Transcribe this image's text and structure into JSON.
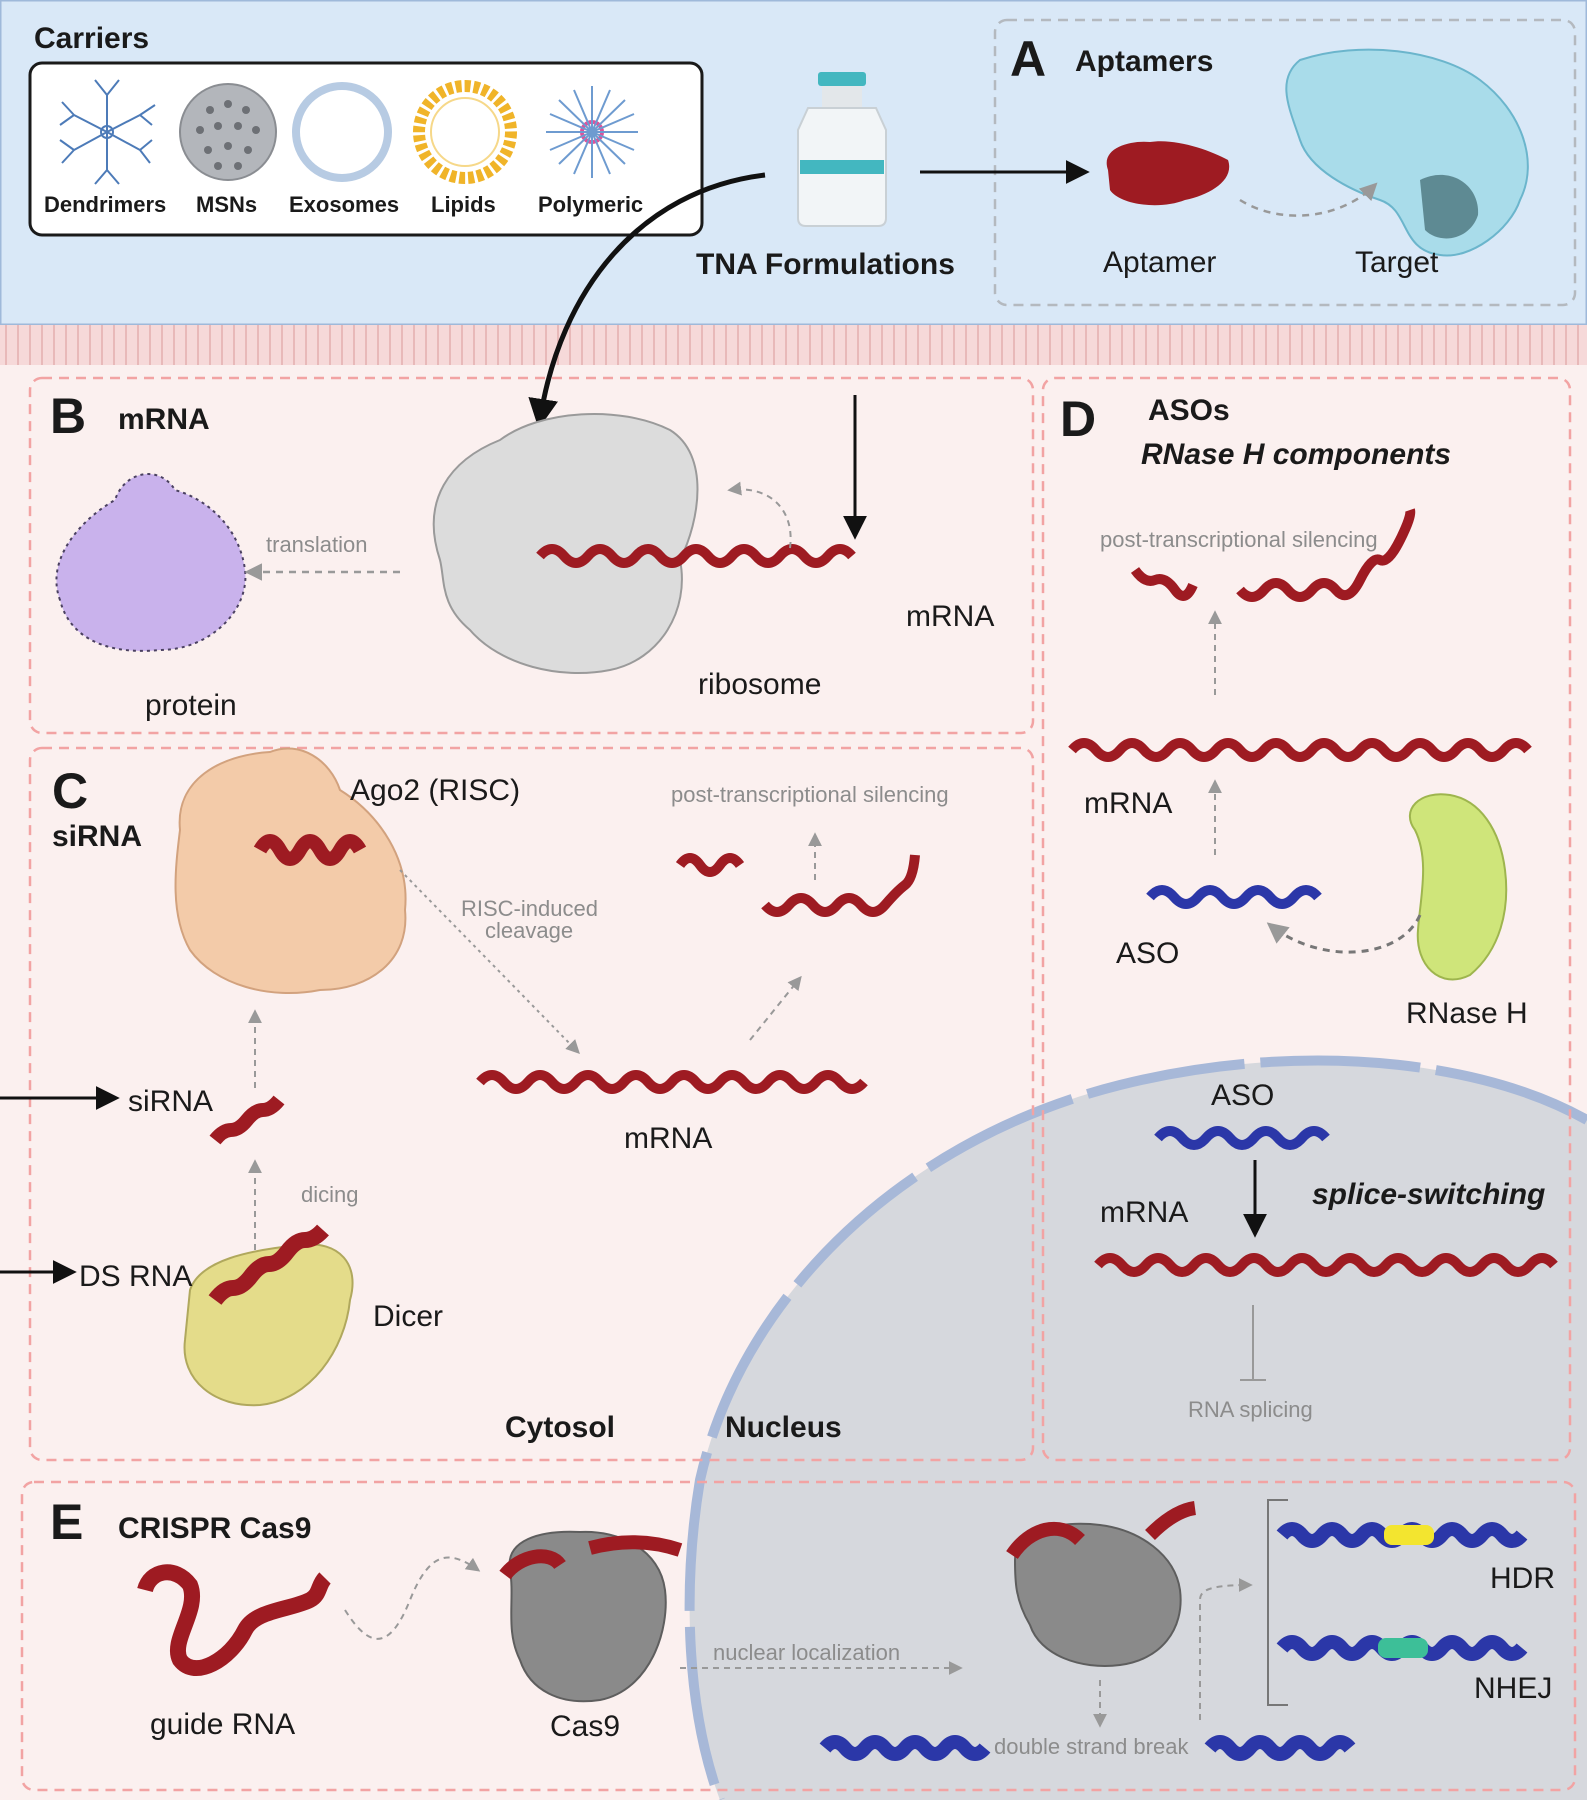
{
  "carriers": {
    "title": "Carriers",
    "items": [
      "Dendrimers",
      "MSNs",
      "Exosomes",
      "Lipids",
      "Polymeric"
    ]
  },
  "tna": {
    "label": "TNA Formulations"
  },
  "panel_a": {
    "letter": "A",
    "title": "Aptamers",
    "aptamer": "Aptamer",
    "target": "Target"
  },
  "panel_b": {
    "letter": "B",
    "title": "mRNA",
    "translation": "translation",
    "protein": "protein",
    "ribosome": "ribosome",
    "mrna": "mRNA"
  },
  "panel_c": {
    "letter": "C",
    "title": "siRNA",
    "ago2": "Ago2 (RISC)",
    "risc_cleavage_1": "RISC-induced",
    "risc_cleavage_2": "cleavage",
    "silencing": "post-transcriptional silencing",
    "sirna": "siRNA",
    "mrna": "mRNA",
    "dicing": "dicing",
    "dsrna": "DS RNA",
    "dicer": "Dicer"
  },
  "panel_d": {
    "letter": "D",
    "title": "ASOs",
    "subtitle": "RNase H components",
    "silencing": "post-transcriptional silencing",
    "mrna": "mRNA",
    "aso": "ASO",
    "rnaseh": "RNase H",
    "aso2": "ASO",
    "splice": "splice-switching",
    "mrna2": "mRNA",
    "splicing": "RNA splicing"
  },
  "compartments": {
    "cytosol": "Cytosol",
    "nucleus": "Nucleus"
  },
  "panel_e": {
    "letter": "E",
    "title": "CRISPR Cas9",
    "guide": "guide RNA",
    "cas9": "Cas9",
    "nuclear": "nuclear localization",
    "dsb": "double strand break",
    "hdr": "HDR",
    "nhej": "NHEJ"
  },
  "colors": {
    "rna": "#9e1b22",
    "aso_dna": "#2b37a8",
    "aptamer_target": "#a9dcea",
    "protein": "#c9b2ec",
    "ago2": "#f3cba9",
    "dicer": "#e4dc8a",
    "rnaseh": "#cfe57a",
    "ribosome": "#d8d8d8",
    "cas9": "#8a8a8a",
    "top_band": "#d9e8f7",
    "nucleus": "#d6d8dd",
    "dash_box": "#f2a3a3"
  }
}
